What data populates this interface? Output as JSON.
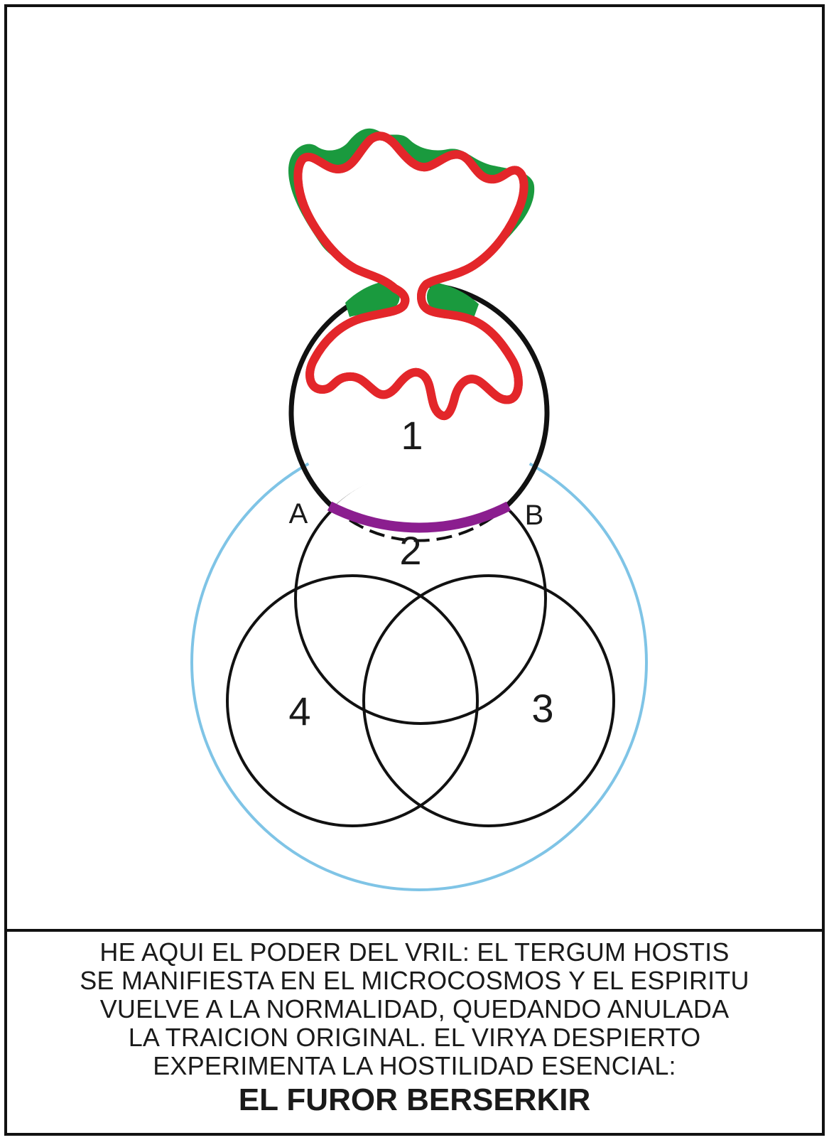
{
  "diagram": {
    "labels": {
      "region_1": "1",
      "region_2": "2",
      "region_3": "3",
      "region_4": "4",
      "point_a": "A",
      "point_b": "B"
    },
    "colors": {
      "outer_circle": "#7fc4e6",
      "inner_circles": "#111111",
      "top_circle": "#111111",
      "arc_ab": "#8b1e8f",
      "shape_fill": "#1a9a3e",
      "shape_outline": "#e3262a"
    },
    "icons": [
      "symmetric-red-green-shape"
    ]
  },
  "caption": {
    "lines": [
      "HE AQUI EL PODER DEL VRIL: EL TERGUM HOSTIS",
      "SE MANIFIESTA EN EL MICROCOSMOS Y EL ESPIRITU",
      "VUELVE A LA NORMALIDAD, QUEDANDO ANULADA",
      "LA TRAICION ORIGINAL. EL VIRYA DESPIERTO",
      "EXPERIMENTA LA HOSTILIDAD ESENCIAL:"
    ],
    "title": "EL FUROR BERSERKIR"
  }
}
